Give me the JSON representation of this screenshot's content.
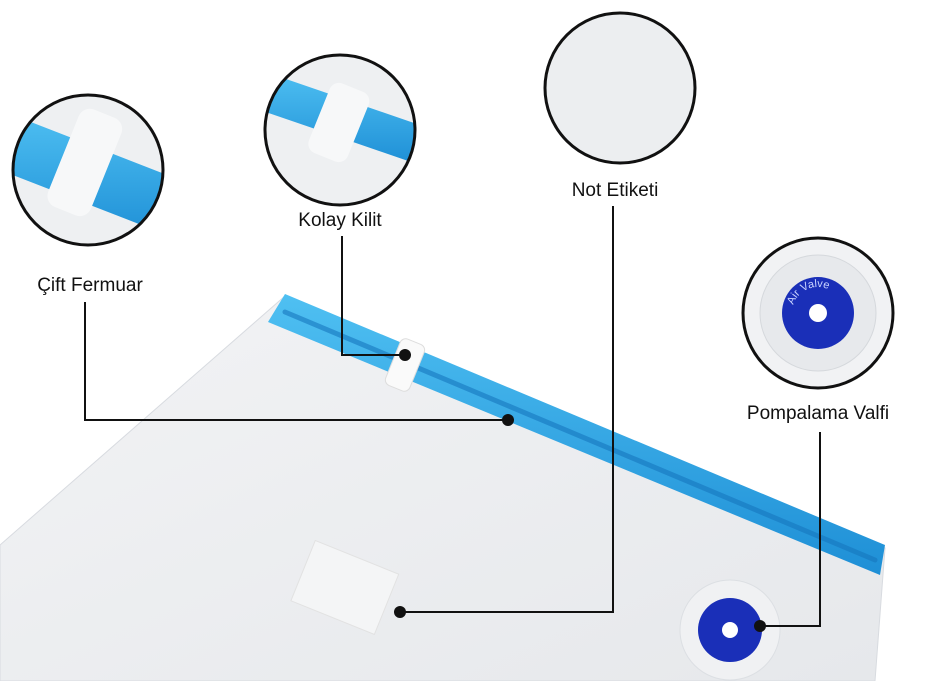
{
  "callouts": [
    {
      "id": "double-zipper",
      "label": "Çift Fermuar"
    },
    {
      "id": "easy-lock",
      "label": "Kolay Kilit"
    },
    {
      "id": "note-label",
      "label": "Not Etiketi"
    },
    {
      "id": "pump-valve",
      "label": "Pompalama Valfi"
    }
  ],
  "valve_text": "Air Valve",
  "colors": {
    "zipper": "#2aa6e6",
    "valve": "#1a2fb8",
    "line": "#111111"
  }
}
